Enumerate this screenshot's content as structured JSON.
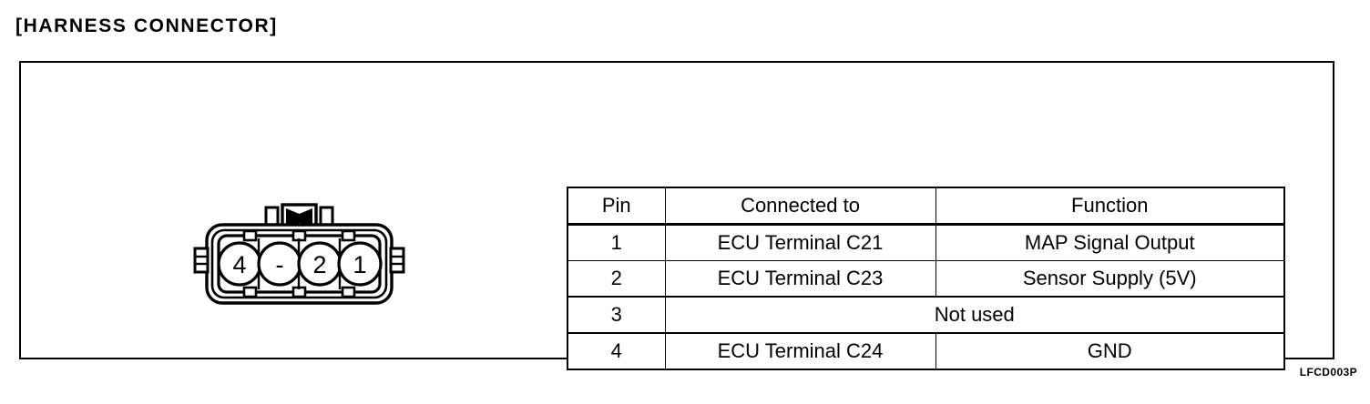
{
  "page": {
    "title": "[HARNESS  CONNECTOR]",
    "figure_ref": "LFCD003P"
  },
  "connector": {
    "name": "4-way harness connector face view",
    "cavity_labels": [
      "4",
      "-",
      "2",
      "1"
    ],
    "cavity_count": 4
  },
  "table": {
    "headers": [
      "Pin",
      "Connected to",
      "Function"
    ],
    "rows": [
      {
        "pin": "1",
        "connected_to": "ECU Terminal C21",
        "function": "MAP Signal Output",
        "merged": false
      },
      {
        "pin": "2",
        "connected_to": "ECU Terminal C23",
        "function": "Sensor Supply (5V)",
        "merged": false
      },
      {
        "pin": "3",
        "merged": true,
        "merged_text": "Not used"
      },
      {
        "pin": "4",
        "connected_to": "ECU Terminal C24",
        "function": "GND",
        "merged": false
      }
    ]
  }
}
